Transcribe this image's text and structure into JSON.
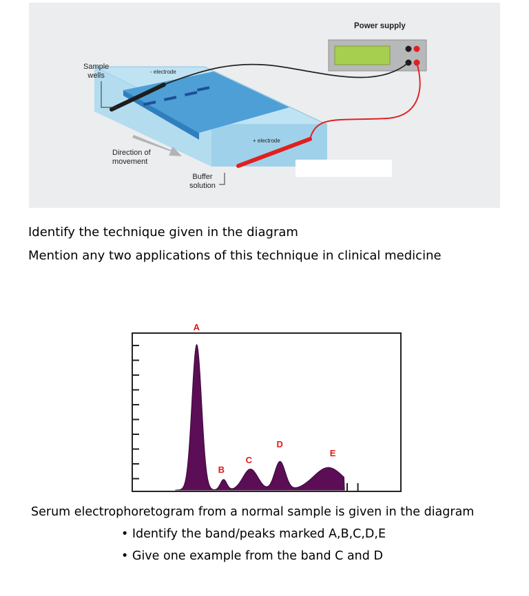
{
  "diagram": {
    "power_supply_label": "Power supply",
    "sample_wells_label": "Sample\nwells",
    "neg_electrode_label": "- electrode",
    "pos_electrode_label": "+ electrode",
    "direction_label": "Direction of\nmovement",
    "buffer_label": "Buffer\nsolution",
    "colors": {
      "gel": "#4d9fd6",
      "tank": "#a9d8ec",
      "positive_wire": "#e02020",
      "negative_wire": "#222222",
      "display": "#a6cf4f"
    }
  },
  "questions": [
    "Identify the technique given in the diagram",
    "Mention any two applications of this technique in clinical medicine"
  ],
  "chart_data": {
    "type": "area",
    "peaks": [
      {
        "label": "A",
        "position": 0.24,
        "height": 0.97
      },
      {
        "label": "B",
        "position": 0.34,
        "height": 0.07
      },
      {
        "label": "C",
        "position": 0.44,
        "height": 0.14
      },
      {
        "label": "D",
        "position": 0.55,
        "height": 0.19
      },
      {
        "label": "E",
        "position": 0.73,
        "height": 0.15
      }
    ],
    "fill_color": "#5b0e55",
    "label_color": "#e01818"
  },
  "caption": {
    "line1": "Serum electrophoretogram from a normal sample is given in the diagram",
    "bullets": [
      "• Identify the band/peaks marked A,B,C,D,E",
      "• Give one example from the band C and D"
    ]
  }
}
